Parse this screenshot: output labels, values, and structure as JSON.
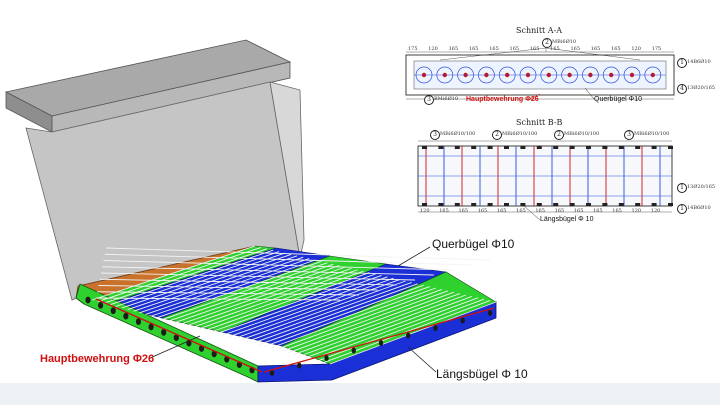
{
  "labels": {
    "querbuegel_3d": "Querbügel Φ10",
    "hauptbewehrung_3d": "Hauptbewehrung Φ26",
    "laengsbuegel_3d": "Längsbügel Φ 10"
  },
  "section_aa": {
    "title": "Schnitt A-A",
    "hauptbewehrung": "Hauptbewehrung Φ26",
    "querbuegel": "Querbügel Φ10",
    "callout_top": "2",
    "callout_top_text": "MBi6Ø10",
    "callout_bottom": "3",
    "callout_bottom_text": "BMi6Ø10",
    "callout_right_1": "1",
    "callout_right_1_text": "14B6Ø10",
    "callout_right_4": "4",
    "callout_right_4_text": "13Ø20/165",
    "dimensions": [
      "175",
      "120",
      "165",
      "165",
      "165",
      "165",
      "165",
      "165",
      "165",
      "165",
      "165",
      "120",
      "175"
    ]
  },
  "section_bb": {
    "title": "Schnitt B-B",
    "laengsbuegel": "Längsbügel Φ 10",
    "callouts_top": [
      {
        "num": "3",
        "text": "MBi6Ø10/100"
      },
      {
        "num": "2",
        "text": "MBi6Ø10/100"
      },
      {
        "num": "2",
        "text": "MBi6Ø10/100"
      },
      {
        "num": "3",
        "text": "MBi6Ø10/100"
      }
    ],
    "callout_right_1": "1",
    "callout_right_1_text": "13Ø20/165",
    "callout_right_4": "1",
    "callout_right_4_text": "14B6Ø10",
    "dimensions": [
      "120",
      "165",
      "165",
      "165",
      "165",
      "165",
      "165",
      "165",
      "165",
      "165",
      "165",
      "120",
      "120"
    ]
  },
  "colors": {
    "blue": "#1a2fd6",
    "green": "#2fd12f",
    "orange": "#c8722b",
    "red": "#d01010",
    "wall": "#bdbdbd",
    "cap": "#9a9a9a"
  }
}
